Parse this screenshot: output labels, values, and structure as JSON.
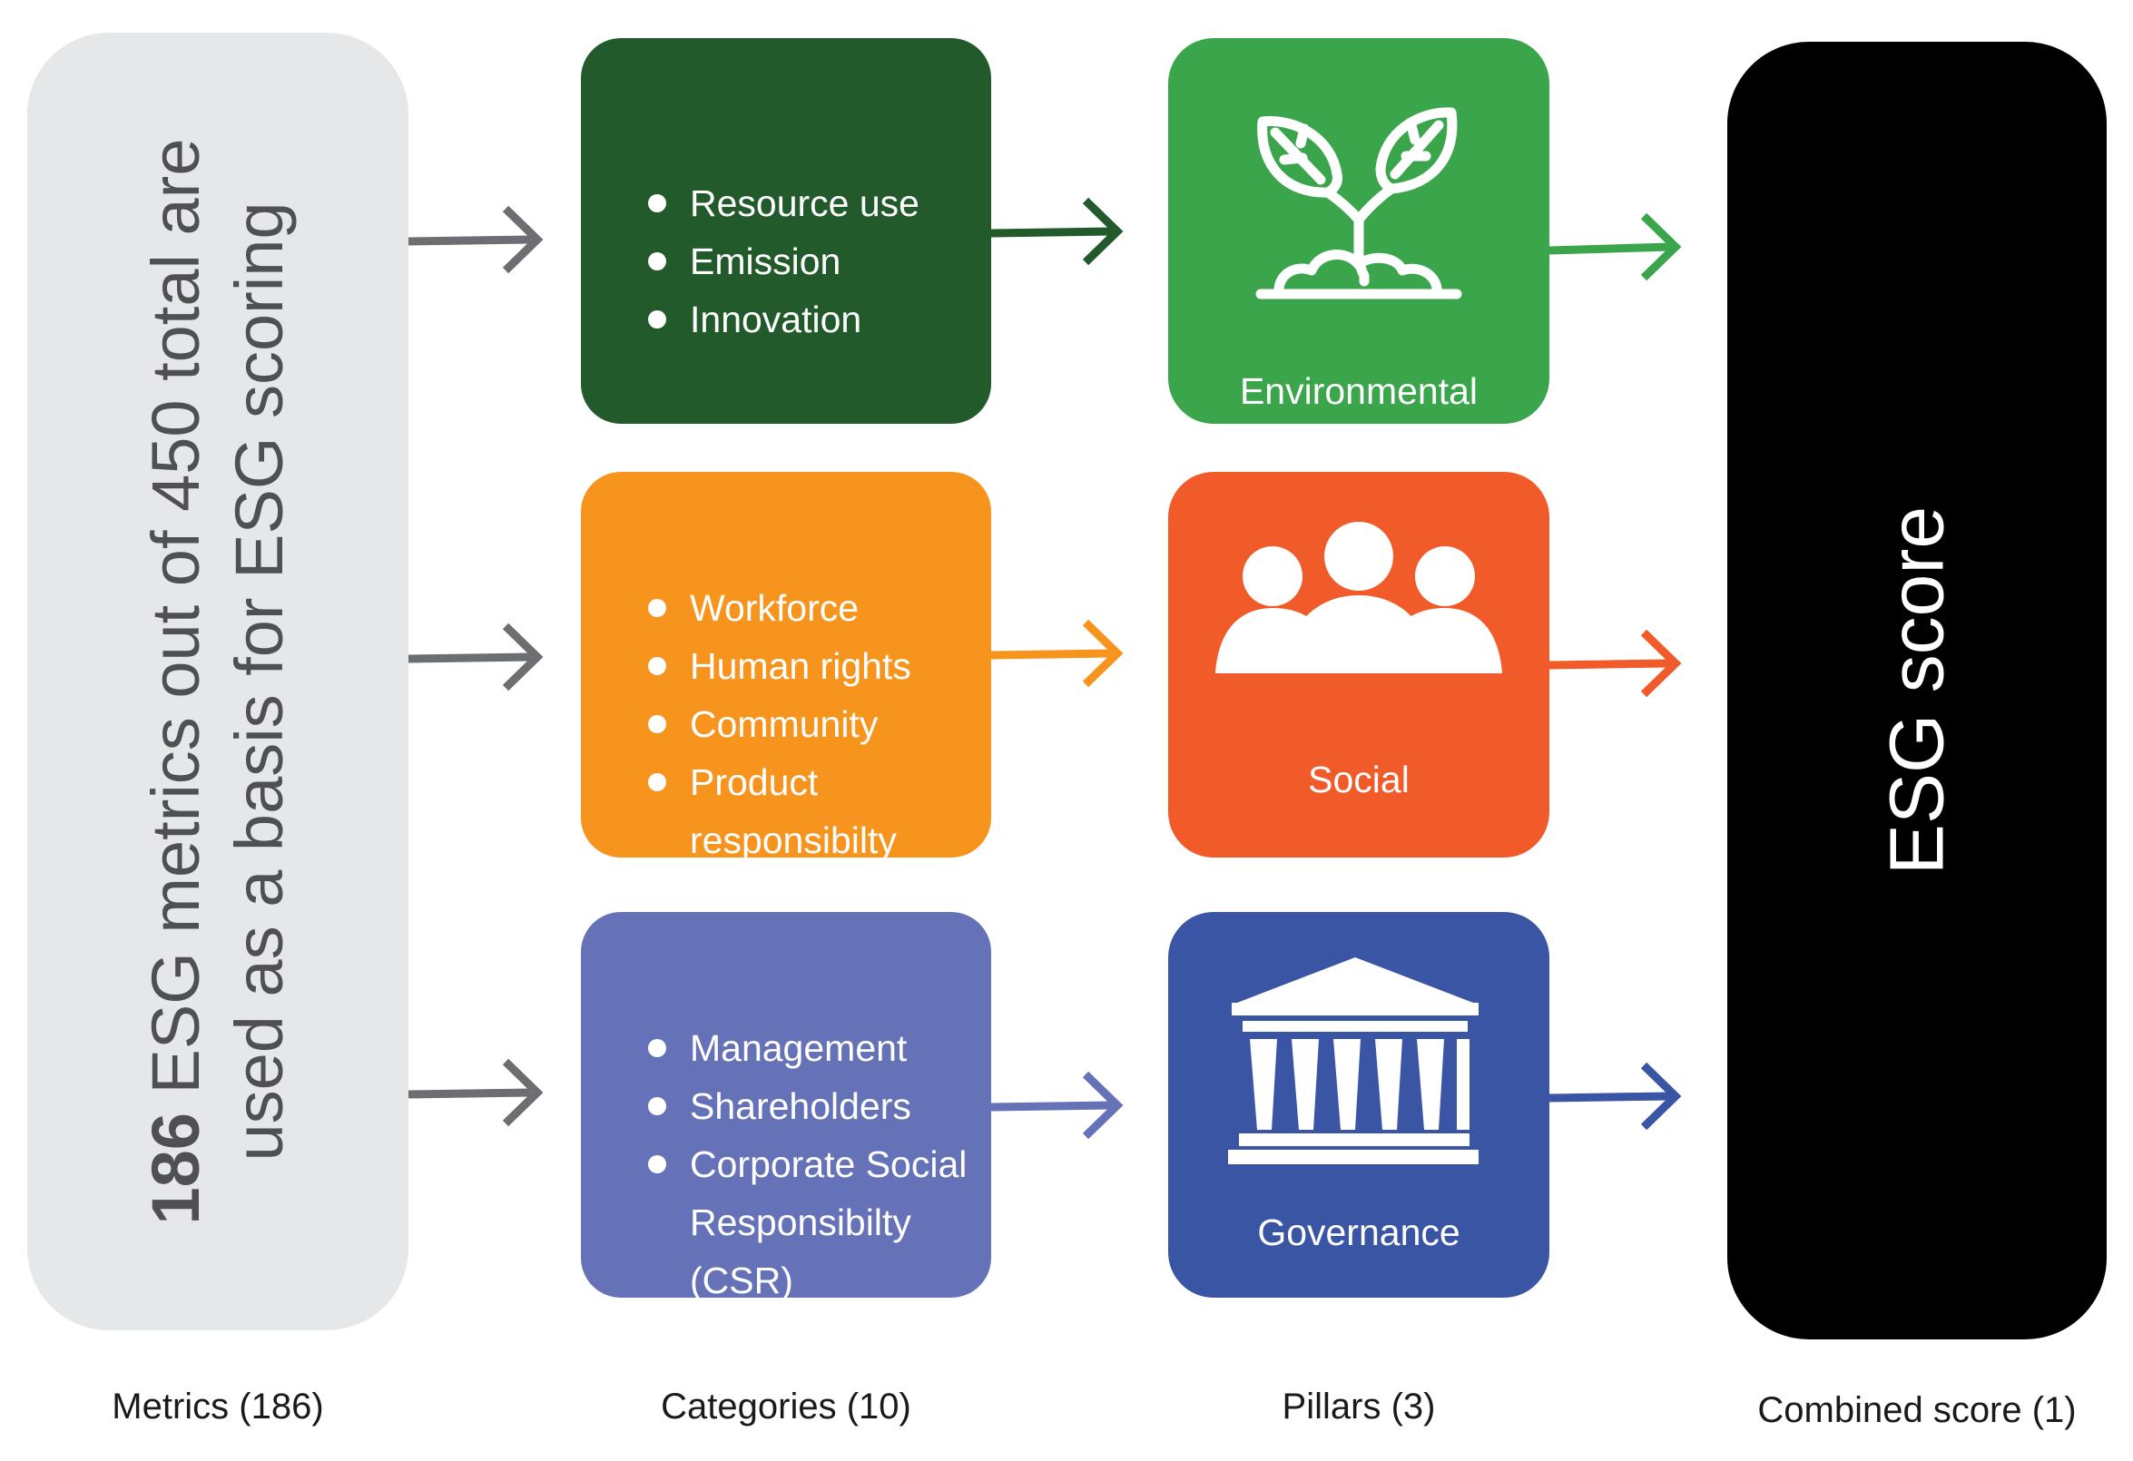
{
  "metrics": {
    "count": "186",
    "description": "ESG metrics out of 450 total are used as a basis for ESG scoring"
  },
  "categories": {
    "environmental": [
      "Resource use",
      "Emission",
      "Innovation"
    ],
    "social": {
      "items": [
        "Workforce",
        "Human rights",
        "Community",
        "Product"
      ],
      "continuation": "responsibilty"
    },
    "governance": {
      "items": [
        "Management",
        "Shareholders",
        "Corporate Social"
      ],
      "continuation": [
        "Responsibilty",
        "(CSR)"
      ]
    }
  },
  "pillars": {
    "environmental": "Environmental",
    "social": "Social",
    "governance": "Governance"
  },
  "score": {
    "label": "ESG score"
  },
  "column_labels": {
    "metrics": "Metrics (186)",
    "categories": "Categories (10)",
    "pillars": "Pillars (3)",
    "combined": "Combined score (1)"
  },
  "colors": {
    "metrics_bg": "#e6e7e9",
    "environmental_category": "#225a2c",
    "social_category": "#f7941e",
    "governance_category": "#6672b8",
    "environmental_pillar": "#3aa54b",
    "social_pillar": "#f15a29",
    "governance_pillar": "#3b55a5",
    "score_bg": "#000000",
    "metrics_arrow": "#6d6e71"
  },
  "icons": {
    "environmental": "sprout-icon",
    "social": "people-group-icon",
    "governance": "institution-icon"
  }
}
